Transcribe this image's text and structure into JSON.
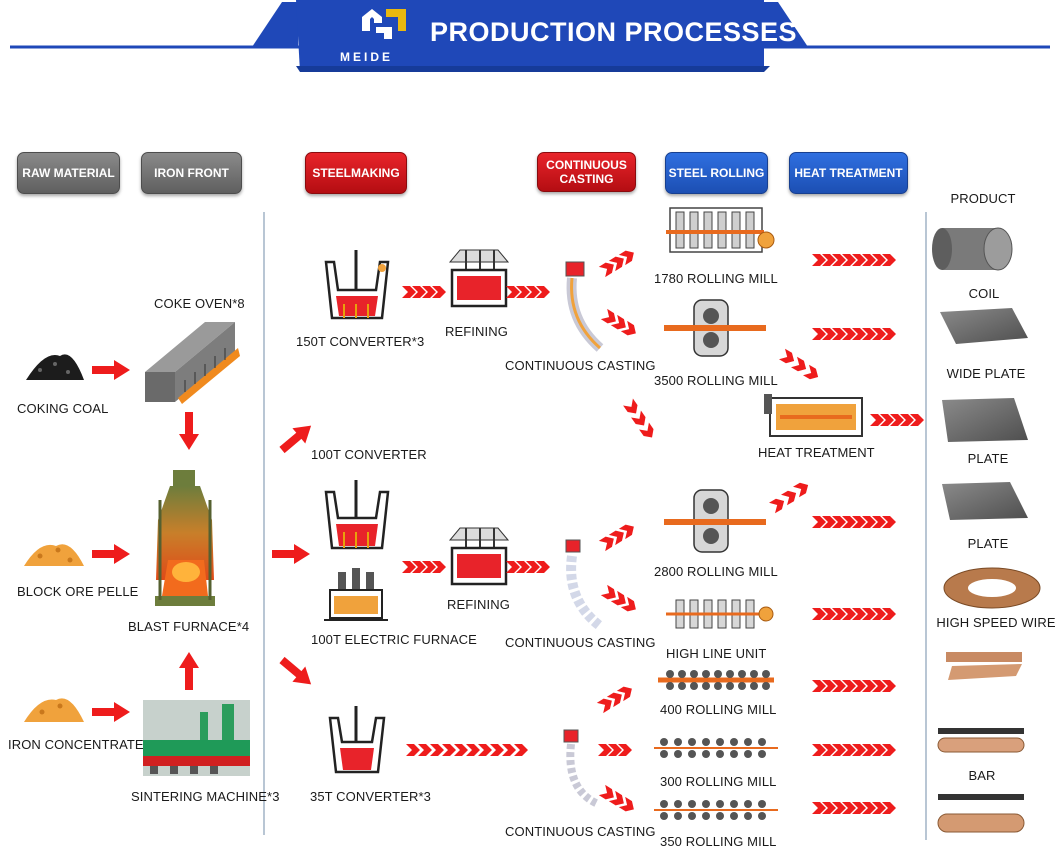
{
  "header": {
    "title": "PRODUCTION PROCESSES",
    "brand": "MEIDE"
  },
  "stages": {
    "raw_material": "RAW MATERIAL",
    "iron_front": "IRON FRONT",
    "steelmaking": "STEELMAKING",
    "continuous_casting": "CONTINUOUS CASTING",
    "steel_rolling": "STEEL ROLLING",
    "heat_treatment": "HEAT TREATMENT"
  },
  "raw": {
    "coking_coal": "COKING COAL",
    "block_ore": "BLOCK ORE PELLE",
    "iron_concentrate": "IRON CONCENTRATE"
  },
  "iron": {
    "coke_oven": "COKE OVEN*8",
    "blast_furnace": "BLAST FURNACE*4",
    "sintering": "SINTERING MACHINE*3"
  },
  "steel": {
    "conv150": "150T CONVERTER*3",
    "conv100": "100T CONVERTER",
    "elec100": "100T  ELECTRIC FURNACE",
    "conv35": "35T CONVERTER*3",
    "refining1": "REFINING",
    "refining2": "REFINING"
  },
  "casting": {
    "cc1": "CONTINUOUS CASTING",
    "cc2": "CONTINUOUS CASTING",
    "cc3": "CONTINUOUS CASTING"
  },
  "rolling": {
    "m1780": "1780 ROLLING MILL",
    "m3500": "3500 ROLLING MILL",
    "m2800": "2800 ROLLING MILL",
    "highline": "HIGH LINE UNIT",
    "m400": "400 ROLLING MILL",
    "m300": "300 ROLLING MILL",
    "m350": "350 ROLLING MILL",
    "heat": "HEAT TREATMENT"
  },
  "products": {
    "title": "PRODUCT",
    "coil": "COIL",
    "wide_plate": "WIDE PLATE",
    "plate1": "PLATE",
    "plate2": "PLATE",
    "wire": "HIGH SPEED WIRE",
    "bar": "BAR"
  },
  "colors": {
    "header": "#1f48b8",
    "arrow": "#ee1c1c",
    "stage_gray": "#6e6e6e",
    "stage_red": "#d0161b",
    "stage_blue": "#2a62d2",
    "molten": "#e8232a",
    "orange": "#f0a23c"
  }
}
